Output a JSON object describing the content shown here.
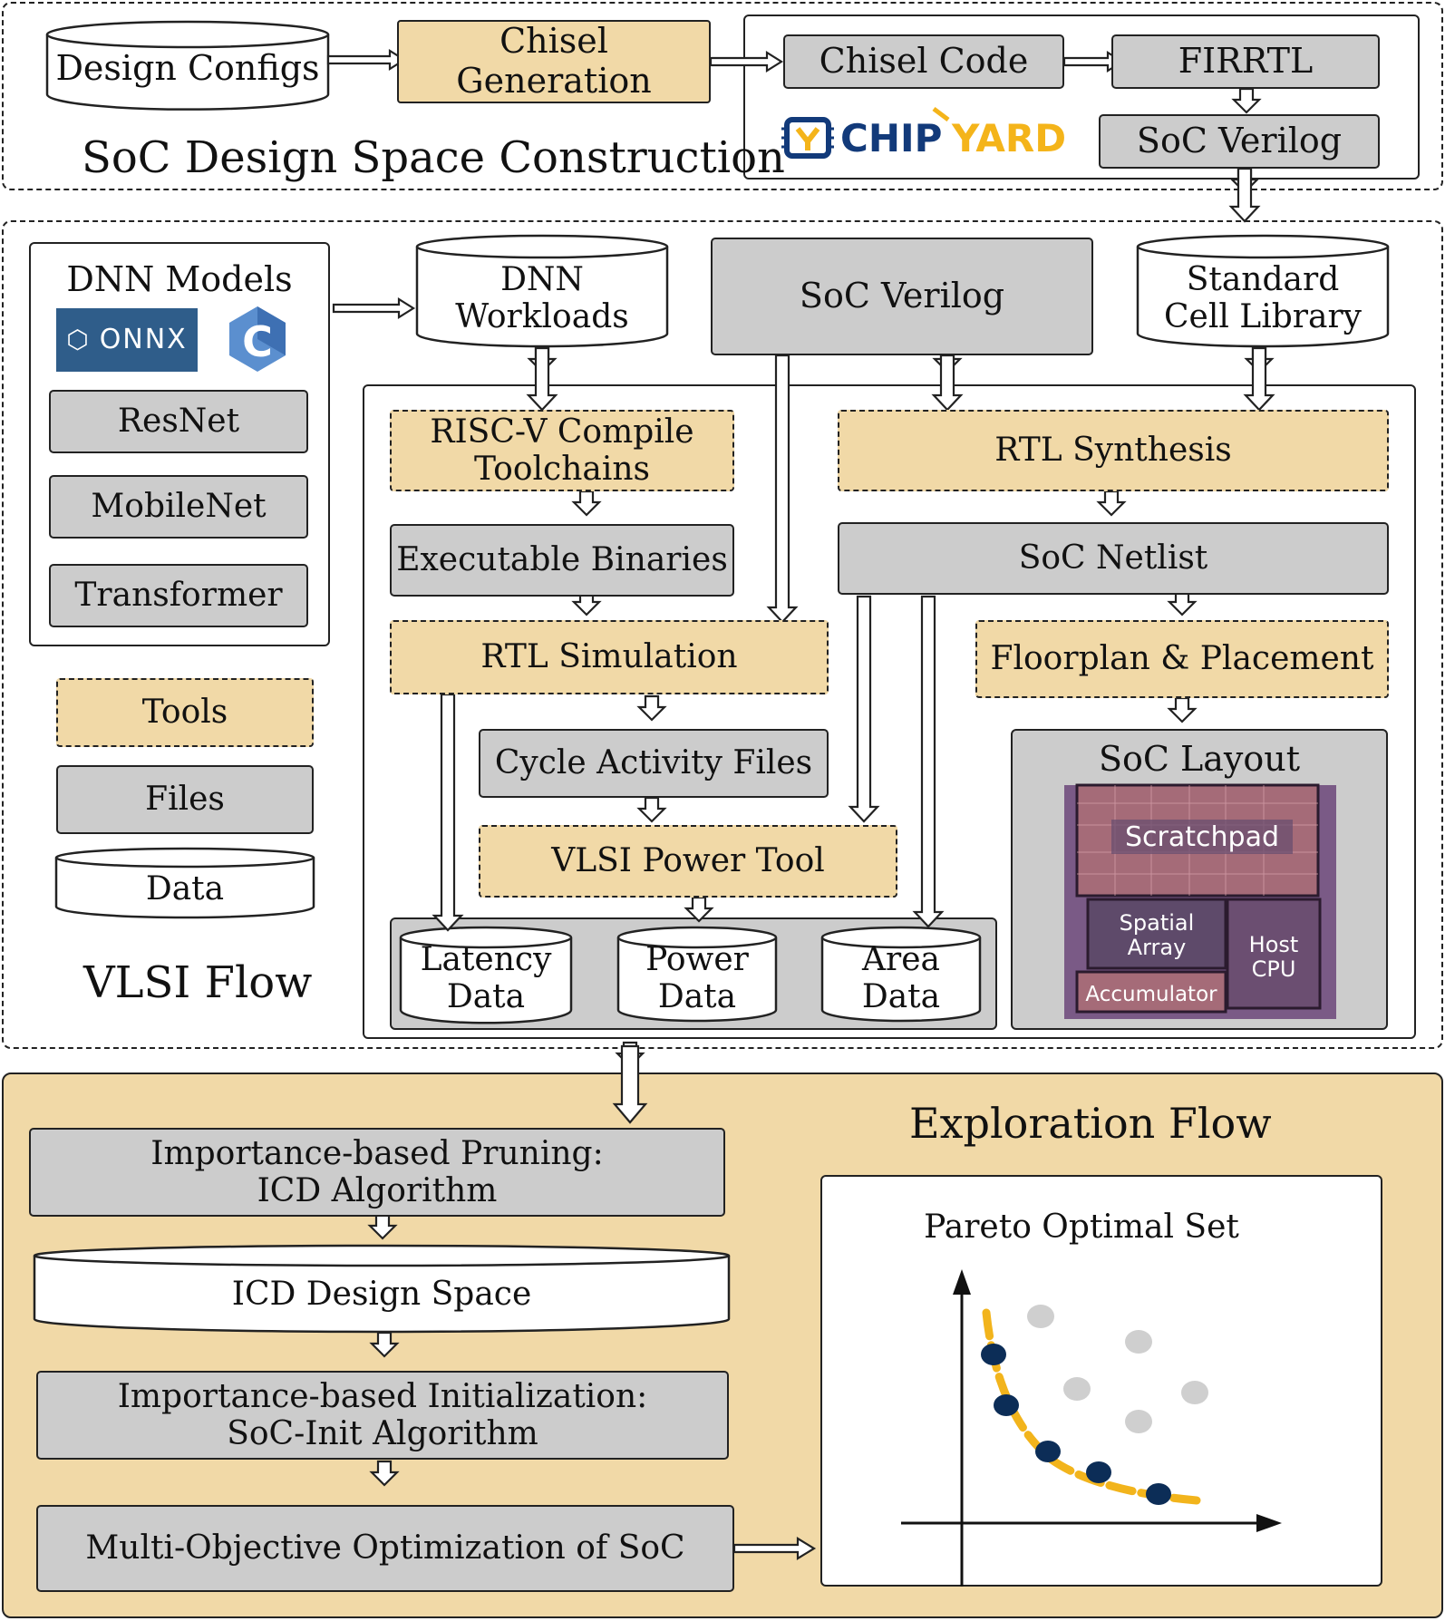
{
  "section1": {
    "title": "SoC Design Space Construction",
    "design_configs": "Design Configs",
    "chisel_generation": "Chisel Generation",
    "chisel_code": "Chisel Code",
    "firrtl": "FIRRTL",
    "soc_verilog": "SoC Verilog",
    "chipyard_logo": {
      "part1": "CHIP",
      "part2": "YARD"
    }
  },
  "section2": {
    "title": "VLSI Flow",
    "dnn_models": {
      "title": "DNN Models",
      "onnx_label": "ONNX",
      "c_label": "C",
      "items": [
        "ResNet",
        "MobileNet",
        "Transformer"
      ]
    },
    "legend": {
      "tools": "Tools",
      "files": "Files",
      "data": "Data"
    },
    "dnn_workloads": [
      "DNN",
      "Workloads"
    ],
    "soc_verilog": "SoC Verilog",
    "std_cell_library": [
      "Standard",
      "Cell Library"
    ],
    "riscv_compile": [
      "RISC-V Compile",
      "Toolchains"
    ],
    "executable_binaries": "Executable Binaries",
    "rtl_simulation": "RTL Simulation",
    "cycle_activity_files": "Cycle Activity Files",
    "vlsi_power_tool": "VLSI Power Tool",
    "latency_data": [
      "Latency",
      "Data"
    ],
    "power_data": [
      "Power",
      "Data"
    ],
    "area_data": [
      "Area",
      "Data"
    ],
    "rtl_synthesis": "RTL Synthesis",
    "soc_netlist": "SoC Netlist",
    "floorplan_placement": "Floorplan & Placement",
    "soc_layout": {
      "title": "SoC Layout",
      "scratchpad": "Scratchpad",
      "spatial_array": [
        "Spatial",
        "Array"
      ],
      "host_cpu": [
        "Host",
        "CPU"
      ],
      "accumulator": "Accumulator"
    }
  },
  "section3": {
    "title": "Exploration Flow",
    "pruning": [
      "Importance-based Pruning:",
      "ICD Algorithm"
    ],
    "icd_design_space": "ICD Design Space",
    "initialization": [
      "Importance-based Initialization:",
      "SoC-Init Algorithm"
    ],
    "moo": "Multi-Objective Optimization of SoC",
    "pareto_title": "Pareto Optimal Set"
  },
  "colors": {
    "tool_fill": "#f1d9a7",
    "file_fill": "#cccccc",
    "exploration_bg": "#f1d9a7",
    "pareto_curve": "#f2b41c",
    "pareto_point": "#0c2d57",
    "dominated_point": "#cfcfcf",
    "chipyard_blue": "#123a7a",
    "chipyard_gold": "#f4b41a",
    "onnx_bg": "#2f5d8a"
  }
}
